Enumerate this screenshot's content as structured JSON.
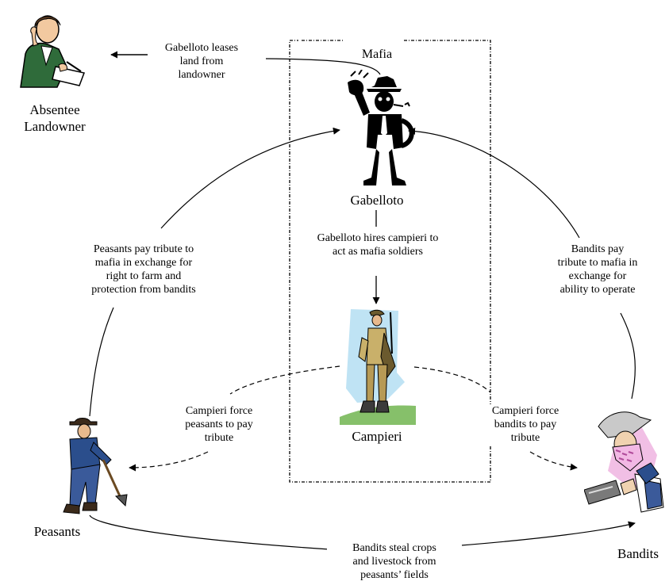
{
  "nodes": {
    "landowner": {
      "lines": [
        "Absentee",
        "Landowner"
      ],
      "icon": "landowner-figure"
    },
    "gabelloto": {
      "label": "Gabelloto",
      "icon": "gangster-figure"
    },
    "campieri": {
      "label": "Campieri",
      "icon": "soldier-figure"
    },
    "peasants": {
      "label": "Peasants",
      "icon": "farmer-figure"
    },
    "bandits": {
      "label": "Bandits",
      "icon": "bandit-figure"
    }
  },
  "group": {
    "label": "Mafia"
  },
  "edges": {
    "lease": {
      "lines": [
        "Gabelloto leases",
        "land from",
        "landowner"
      ]
    },
    "peasants_tribute": {
      "lines": [
        "Peasants pay tribute to",
        "mafia in exchange for",
        "right to farm and",
        "protection from bandits"
      ]
    },
    "hires": {
      "lines": [
        "Gabelloto hires campieri to",
        "act as mafia soldiers"
      ]
    },
    "bandits_tribute": {
      "lines": [
        "Bandits pay",
        "tribute to mafia in",
        "exchange for",
        "ability to operate"
      ]
    },
    "force_peasants": {
      "lines": [
        "Campieri force",
        "peasants to pay",
        "tribute"
      ]
    },
    "force_bandits": {
      "lines": [
        "Campieri force",
        "bandits to pay",
        "tribute"
      ]
    },
    "steal": {
      "lines": [
        "Bandits steal crops",
        "and livestock from",
        "peasants’ fields"
      ]
    }
  }
}
